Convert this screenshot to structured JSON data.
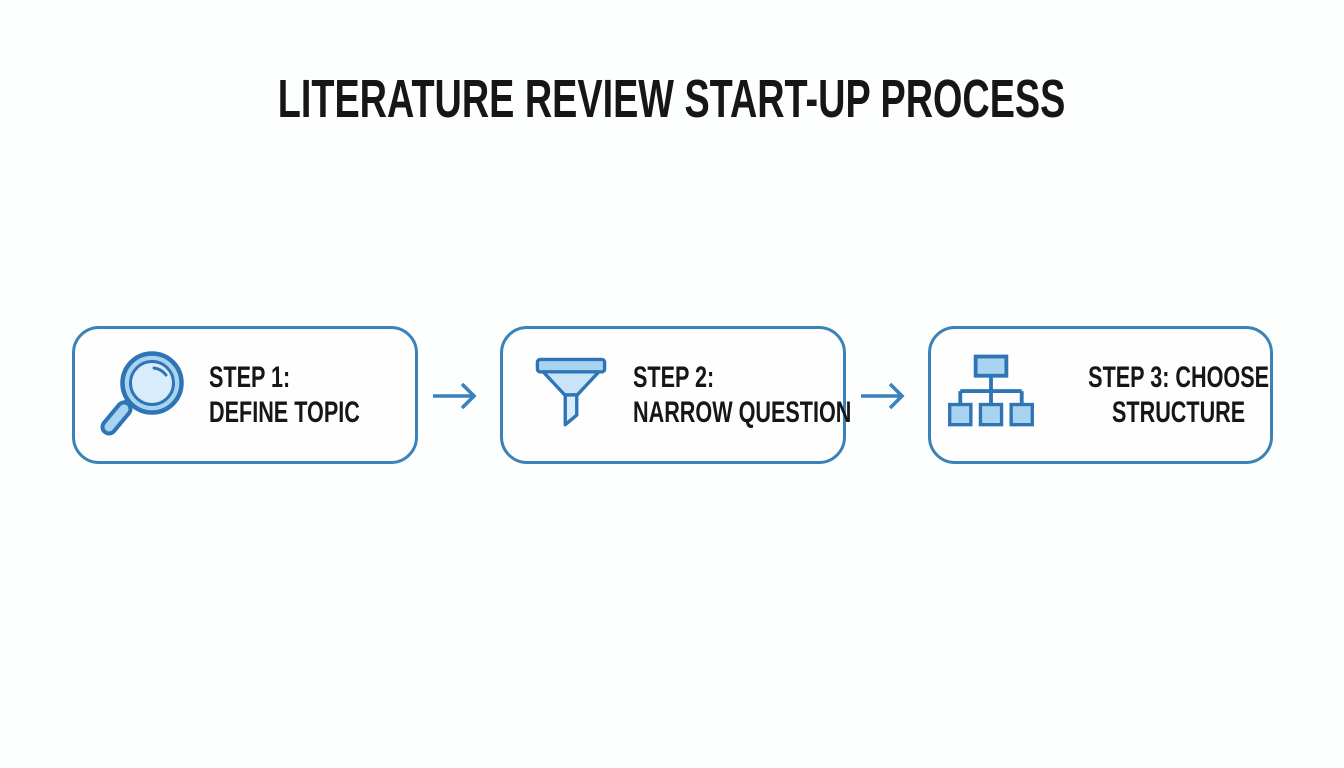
{
  "page": {
    "title": "LITERATURE REVIEW START-UP PROCESS"
  },
  "colors": {
    "page_bg": "#FDFEFE",
    "card_bg": "#FEFEFE",
    "card_border": "#3A82B8",
    "arrow": "#3A82BE",
    "icon_stroke": "#2E75B6",
    "icon_fill": "#A9D4F1",
    "icon_fill_light": "#D9ECFB",
    "icon_fill_cone": "#C9E4F8",
    "text": "#161616"
  },
  "steps": [
    {
      "icon": "magnifier",
      "line1": "STEP 1:",
      "line2": "DEFINE TOPIC"
    },
    {
      "icon": "funnel",
      "line1": "STEP 2:",
      "line2": "NARROW QUESTION"
    },
    {
      "icon": "org-chart",
      "line1": "STEP 3: CHOOSE",
      "line2": "STRUCTURE"
    }
  ]
}
